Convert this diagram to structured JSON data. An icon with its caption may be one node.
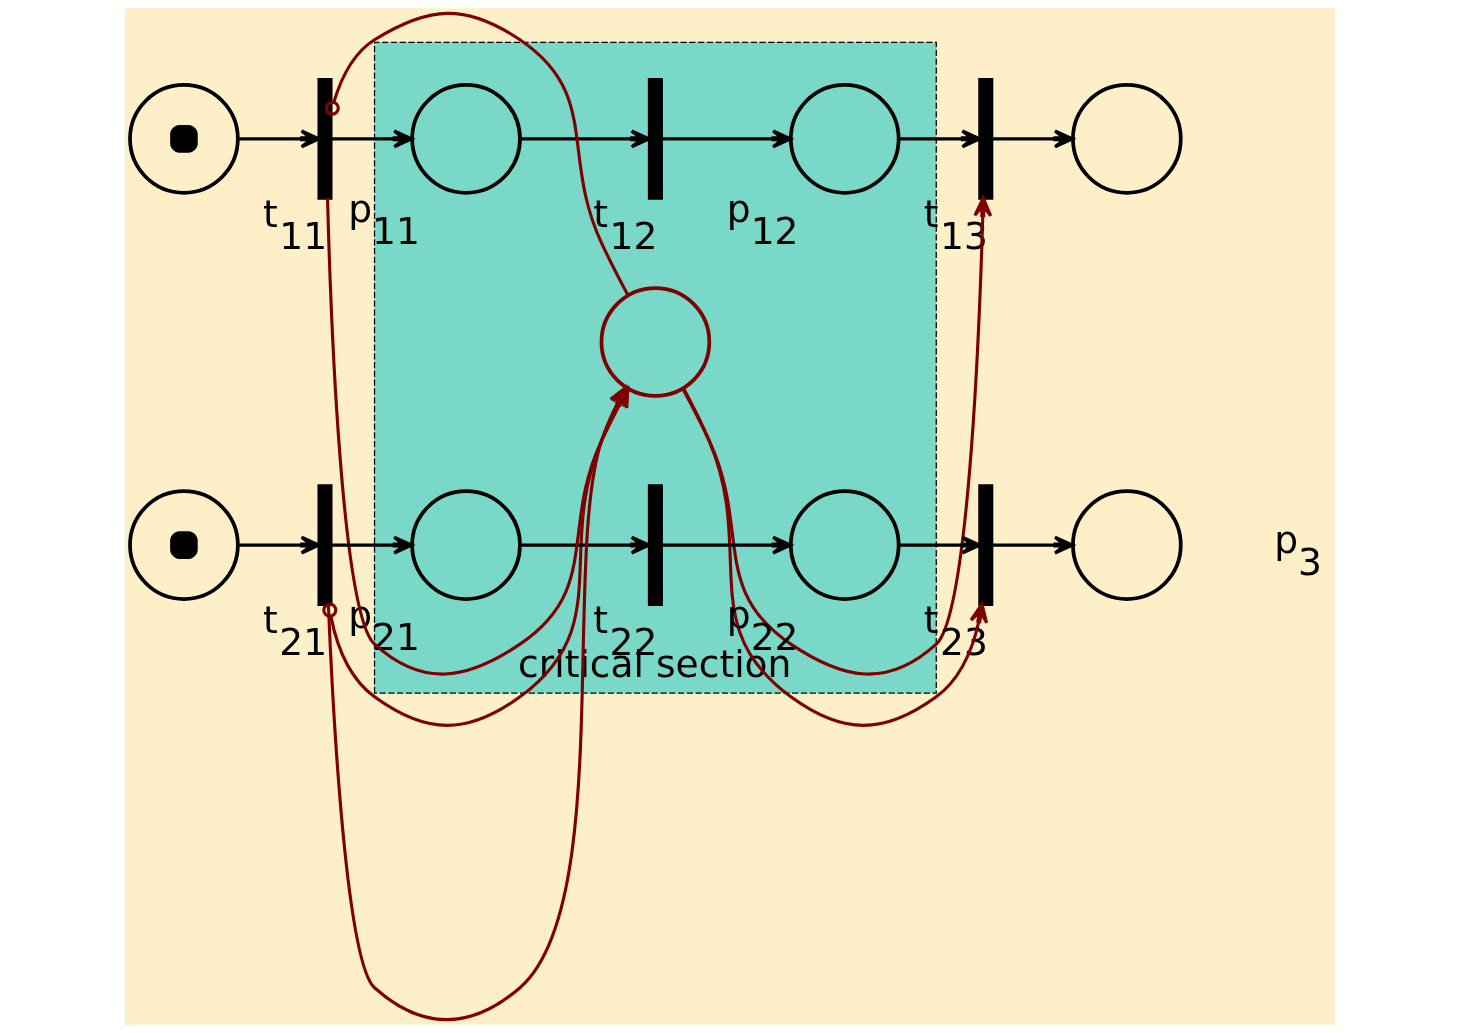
{
  "diagram": {
    "nodes": [
      {
        "text": [
          "critical section"
        ]
      },
      {
        "text": [],
        "shape": "circle"
      },
      {
        "text": [],
        "shape": "bar",
        "beside": [
          "t$_{11}$"
        ]
      },
      {
        "text": [],
        "shape": "circle",
        "beside": [
          "p$_{11}$"
        ],
        "in": 0
      },
      {
        "text": [],
        "shape": "bar",
        "beside": [
          "t$_{12}$"
        ],
        "in": 0
      },
      {
        "text": [],
        "shape": "circle",
        "beside": [
          "p$_{12}$"
        ],
        "in": 0
      },
      {
        "text": [],
        "shape": "bar",
        "beside": [
          "t$_{13}$"
        ]
      },
      {
        "text": [],
        "shape": "circle"
      },
      {
        "text": [],
        "shape": "circle",
        "in": 0
      },
      {
        "text": [],
        "shape": "circle"
      },
      {
        "text": [],
        "shape": "bar",
        "beside": [
          "t$_{21}$"
        ]
      },
      {
        "text": [],
        "shape": "circle",
        "beside": [
          "p$_{21}$"
        ],
        "in": 0
      },
      {
        "text": [],
        "shape": "bar",
        "beside": [
          "t$_{22}$"
        ],
        "in": 0
      },
      {
        "text": [],
        "shape": "circle",
        "beside": [
          "p$_{22}$"
        ],
        "in": 0
      },
      {
        "text": [],
        "shape": "bar",
        "beside": [
          "t$_{23}$"
        ]
      },
      {
        "text": [],
        "shape": "circle"
      }
    ],
    "edges": [
      {
        "from": 1,
        "to": 2,
        "arrow": "to"
      },
      {
        "from": 2,
        "to": 3,
        "arrow": "to"
      },
      {
        "from": 3,
        "to": 4,
        "arrow": "to"
      },
      {
        "from": 4,
        "to": 5,
        "arrow": "to"
      },
      {
        "from": 5,
        "to": 6,
        "arrow": "to"
      },
      {
        "from": 6,
        "to": 7,
        "arrow": "to"
      },
      {
        "from": 9,
        "to": 10,
        "arrow": "to"
      },
      {
        "from": 10,
        "to": 11,
        "arrow": "to"
      },
      {
        "from": 11,
        "to": 12,
        "arrow": "to"
      },
      {
        "from": 12,
        "to": 13,
        "arrow": "to"
      },
      {
        "from": 13,
        "to": 14,
        "arrow": "to"
      },
      {
        "from": 14,
        "to": 15,
        "arrow": "to"
      },
      {
        "from": 2,
        "to": 8,
        "arrow": "to",
        "color": "#7f0000"
      },
      {
        "from": 8,
        "to": 2,
        "arrow": "other",
        "color": "#7f0000"
      },
      {
        "from": 8,
        "to": 6,
        "arrow": "to",
        "color": "#7f0000"
      },
      {
        "from": 10,
        "to": 8,
        "arrow": "to",
        "color": "#7f0000"
      },
      {
        "from": 8,
        "to": 10,
        "arrow": "other",
        "color": "#7f0000"
      },
      {
        "from": 8,
        "to": 14,
        "arrow": "to",
        "color": "#7f0000"
      }
    ],
    "labels": [
      "p$_{3}$"
    ]
  }
}
